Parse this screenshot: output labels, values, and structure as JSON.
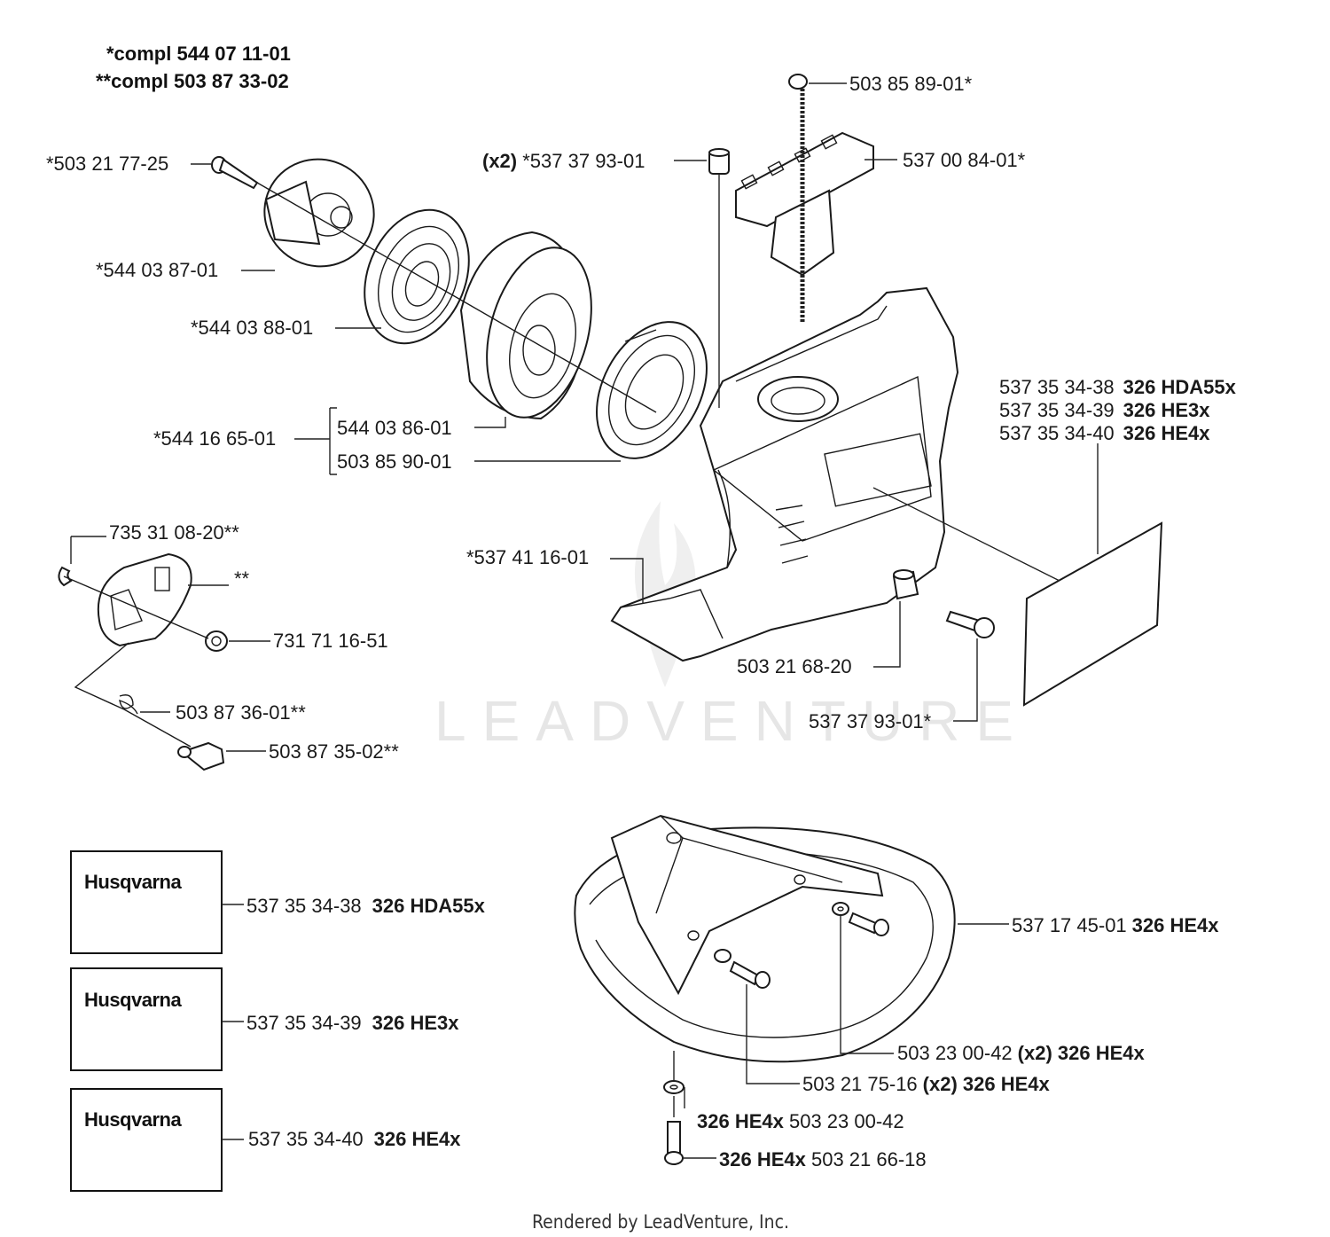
{
  "header": {
    "compl1": "*compl 544 07 11-01",
    "compl2": "**compl 503 87 33-02"
  },
  "labels": {
    "p503858901": "503 85 89-01*",
    "p537379301x2_a": "(x2)",
    "p537379301x2_b": " *537 37 93-01",
    "p537008401": "537 00 84-01*",
    "p503217725": "*503 21 77-25",
    "p544038701": "*544 03 87-01",
    "p544038801": "*544 03 88-01",
    "p544038601": "544 03 86-01",
    "p544166501": "*544 16 65-01",
    "p503859001": "503 85 90-01",
    "p537353438_n": "537 35 34-38",
    "p537353438_m": "326 HDA55x",
    "p537353439_n": "537 35 34-39",
    "p537353439_m": "326 HE3x",
    "p537353440_n": "537 35 34-40",
    "p537353440_m": "326 HE4x",
    "p735310820": "735 31 08-20**",
    "pstar2": "**",
    "p731711651": "731 71 16-51",
    "p537411601": "*537 41 16-01",
    "p503216820": "503 21 68-20",
    "p537379301": "537 37 93-01*",
    "p503873601": "503 87 36-01**",
    "p503873502": "503 87 35-02**",
    "dec1_n": "537 35 34-38",
    "dec1_m": "326 HDA55x",
    "dec2_n": "537 35 34-39",
    "dec2_m": "326 HE3x",
    "dec3_n": "537 35 34-40",
    "dec3_m": "326 HE4x",
    "p537174501_n": "537 17 45-01",
    "p537174501_m": "326 HE4x",
    "p503230042_n": "503 23 00-42",
    "p503230042_m": "(x2) 326 HE4x",
    "p503217516_n": "503 21 75-16",
    "p503217516_m": "(x2) 326 HE4x",
    "p503230042b_m": "326 HE4x",
    "p503230042b_n": " 503 23 00-42",
    "p503216618_m": "326 HE4x",
    "p503216618_n": " 503 21 66-18"
  },
  "logos": {
    "brand": "Husqvarna"
  },
  "watermark": "LEADVENTURE",
  "footer": "Rendered by LeadVenture, Inc."
}
